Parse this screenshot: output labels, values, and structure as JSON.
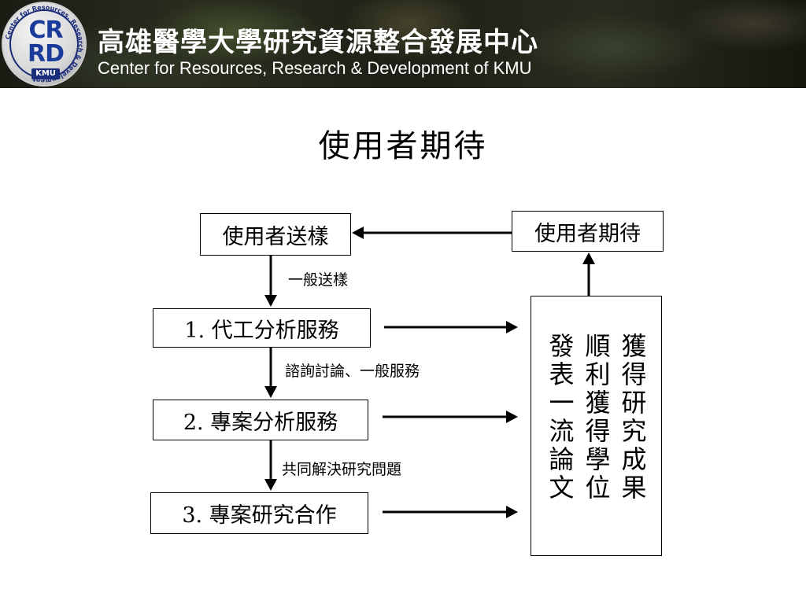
{
  "header": {
    "logo": {
      "line1": "CR",
      "line2": "RD",
      "badge": "KMU",
      "ring_text": "Center for Resources, Research & Development"
    },
    "title_cn": "高雄醫學大學研究資源整合發展中心",
    "title_en": "Center for Resources, Research & Development of KMU"
  },
  "slide": {
    "title": "使用者期待"
  },
  "diagram": {
    "nodes": {
      "user_sample": "使用者送樣",
      "user_expectation": "使用者期待",
      "step1": "1.  代工分析服務",
      "step2": "2.  專案分析服務",
      "step3": "3.  專案研究合作",
      "results_col1": "獲得研究成果",
      "results_col2": "順利獲得學位",
      "results_col3": "發表一流論文"
    },
    "edge_labels": {
      "sample_to_step1": "一般送樣",
      "step1_to_step2": "諮詢討論、一般服務",
      "step2_to_step3": "共同解決研究問題"
    }
  },
  "colors": {
    "banner_text": "#ffffff",
    "logo_blue": "#1b3b9a",
    "line": "#000000"
  }
}
